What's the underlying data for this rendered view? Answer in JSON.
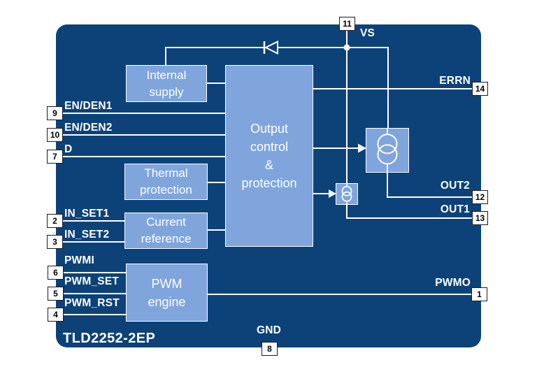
{
  "title": "TLD2252-2EP",
  "colors": {
    "panel": "#0C4278",
    "block": "#7FA5DC",
    "wire": "#FFFFFF",
    "pin_bg": "#FFFFFF",
    "pin_border": "#1C1C1C",
    "pin_text": "#000000",
    "label": "#FFFFFF"
  },
  "blocks": {
    "internal_supply": {
      "label": "Internal\nsupply"
    },
    "output_control": {
      "label": "Output\ncontrol\n&\nprotection"
    },
    "thermal_protection": {
      "label": "Thermal\nprotection"
    },
    "current_reference": {
      "label": "Current\nreference"
    },
    "pwm_engine": {
      "label": "PWM\nengine"
    }
  },
  "symbols": {
    "current_source_large": "current-source",
    "current_source_small": "current-source",
    "diode": "diode",
    "junction": "junction-dot"
  },
  "pins": {
    "vs": {
      "number": "11",
      "label": "VS"
    },
    "en_den1": {
      "number": "9",
      "label": "EN/DEN1"
    },
    "en_den2": {
      "number": "10",
      "label": "EN/DEN2"
    },
    "d": {
      "number": "7",
      "label": "D"
    },
    "in_set1": {
      "number": "2",
      "label": "IN_SET1"
    },
    "in_set2": {
      "number": "3",
      "label": "IN_SET2"
    },
    "pwmi": {
      "number": "6",
      "label": "PWMI"
    },
    "pwm_set": {
      "number": "5",
      "label": "PWM_SET"
    },
    "pwm_rst": {
      "number": "4",
      "label": "PWM_RST"
    },
    "errn": {
      "number": "14",
      "label": "ERRN"
    },
    "out2": {
      "number": "12",
      "label": "OUT2"
    },
    "out1": {
      "number": "13",
      "label": "OUT1"
    },
    "pwmo": {
      "number": "1",
      "label": "PWMO"
    },
    "gnd": {
      "number": "8",
      "label": "GND"
    }
  }
}
